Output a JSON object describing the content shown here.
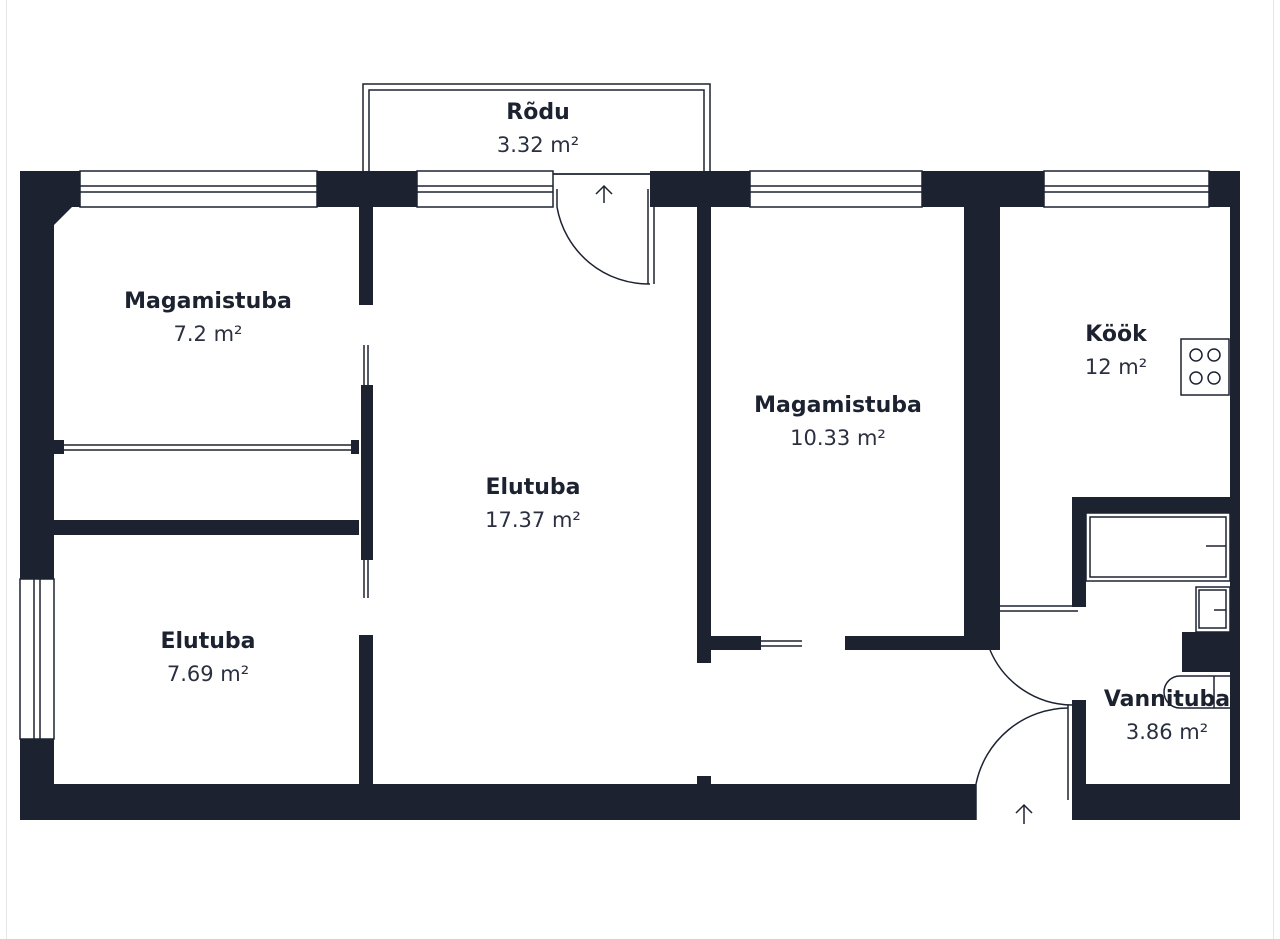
{
  "floorplan": {
    "rooms": [
      {
        "name": "Rõdu",
        "area": "3.32 m²"
      },
      {
        "name": "Magamistuba",
        "area": "7.2 m²"
      },
      {
        "name": "Elutuba",
        "area": "17.37 m²"
      },
      {
        "name": "Magamistuba",
        "area": "10.33 m²"
      },
      {
        "name": "Köök",
        "area": "12 m²"
      },
      {
        "name": "Elutuba",
        "area": "7.69 m²"
      },
      {
        "name": "Vannituba",
        "area": "3.86 m²"
      }
    ],
    "colors": {
      "wall": "#1c2230",
      "background": "#ffffff",
      "text": "#1c2230"
    }
  }
}
